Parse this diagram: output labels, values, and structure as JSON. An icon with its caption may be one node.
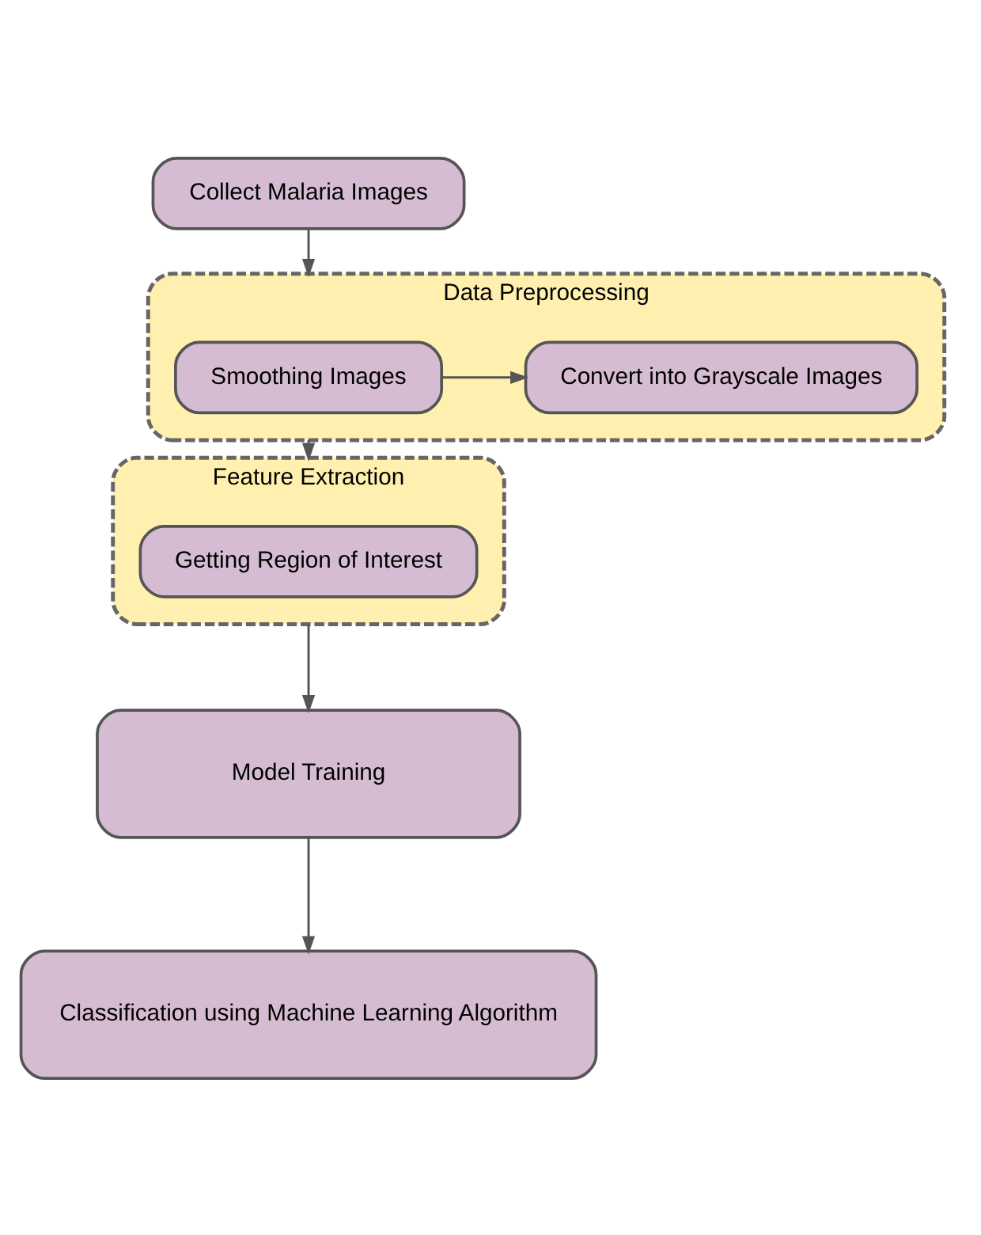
{
  "diagram": {
    "nodes": [
      {
        "text": [
          "Collect Malaria Images"
        ]
      },
      {
        "text": [
          "Data Preprocessing"
        ]
      },
      {
        "text": [
          "Smoothing Images"
        ],
        "in": 1
      },
      {
        "text": [
          "Convert into Grayscale Images"
        ],
        "in": 1
      },
      {
        "text": [
          "Feature Extraction"
        ]
      },
      {
        "text": [
          "Getting Region of Interest"
        ],
        "in": 4
      },
      {
        "text": [
          "Model Training"
        ]
      },
      {
        "text": [
          "Classification using Machine Learning Algorithm"
        ]
      }
    ],
    "edges": [
      {
        "from": 0,
        "to": 1,
        "arrow": "to"
      },
      {
        "from": 2,
        "to": 3,
        "arrow": "to"
      },
      {
        "from": 1,
        "to": 4,
        "arrow": "to"
      },
      {
        "from": 4,
        "to": 6,
        "arrow": "to"
      },
      {
        "from": 6,
        "to": 7,
        "arrow": "to"
      }
    ]
  }
}
